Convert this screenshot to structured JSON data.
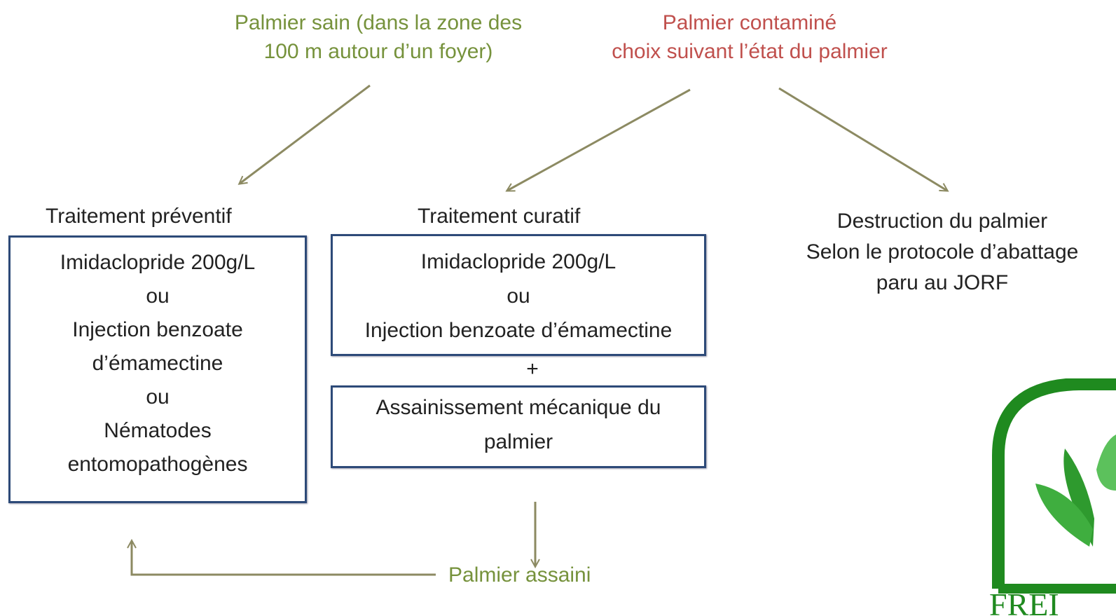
{
  "top": {
    "healthy_line1": "Palmier sain (dans la zone des",
    "healthy_line2": "100 m autour d’un foyer)",
    "contaminated_line1": "Palmier contaminé",
    "contaminated_line2": "choix suivant l’état du palmier"
  },
  "preventive": {
    "heading": "Traitement préventif",
    "lines": [
      "Imidaclopride 200g/L",
      "ou",
      "Injection benzoate",
      "d’émamectine",
      "ou",
      "Nématodes",
      "entomopathogènes"
    ]
  },
  "curative": {
    "heading": "Traitement curatif",
    "lines": [
      "Imidaclopride 200g/L",
      "ou",
      "Injection benzoate d’émamectine"
    ],
    "plus": "+",
    "sanitation_lines": [
      "Assainissement mécanique du",
      "palmier"
    ]
  },
  "destruction": {
    "lines": [
      "Destruction du palmier",
      "Selon le protocole d’abattage",
      "paru au JORF"
    ]
  },
  "bottom": {
    "sanitized": "Palmier assaini"
  },
  "logo": {
    "text": "FREI"
  },
  "colors": {
    "green_text": "#76923c",
    "red_text": "#c0504d",
    "arrow": "#8c8a62",
    "box_border": "#2d4a78",
    "logo_green": "#1f8a1f"
  }
}
